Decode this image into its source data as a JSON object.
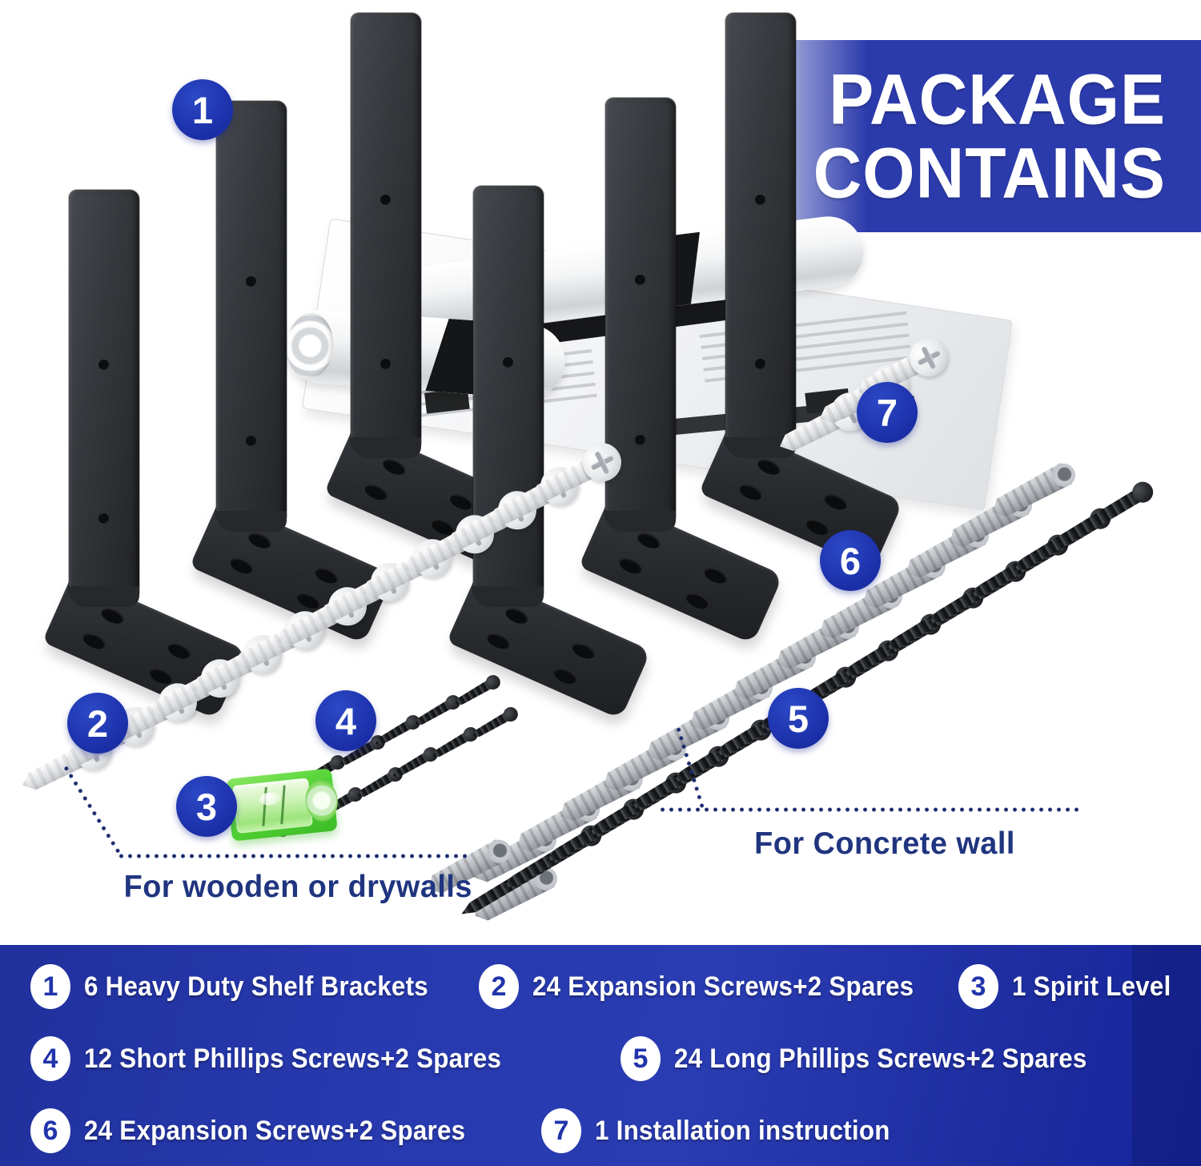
{
  "title": {
    "line1": "PACKAGE",
    "line2": "CONTAINS"
  },
  "scene": {
    "callouts": [
      {
        "num": "1"
      },
      {
        "num": "2"
      },
      {
        "num": "3"
      },
      {
        "num": "4"
      },
      {
        "num": "5"
      },
      {
        "num": "6"
      },
      {
        "num": "7"
      }
    ],
    "wooden_label": "For wooden or drywalls",
    "concrete_label": "For Concrete wall"
  },
  "legend": {
    "items": [
      {
        "num": "1",
        "text": "6 Heavy Duty Shelf Brackets"
      },
      {
        "num": "2",
        "text": "24 Expansion Screws+2 Spares"
      },
      {
        "num": "3",
        "text": "1 Spirit Level"
      },
      {
        "num": "4",
        "text": "12 Short Phillips Screws+2 Spares"
      },
      {
        "num": "5",
        "text": "24 Long Phillips Screws+2 Spares"
      },
      {
        "num": "6",
        "text": "24 Expansion Screws+2 Spares"
      },
      {
        "num": "7",
        "text": "1 Installation instruction"
      }
    ]
  },
  "colors": {
    "accent_blue": "#1e36b2",
    "banner_blue": "#2739ae",
    "label_blue": "#20357f",
    "level_green": "#4ecb34",
    "bracket_black": "#2c2f33"
  }
}
